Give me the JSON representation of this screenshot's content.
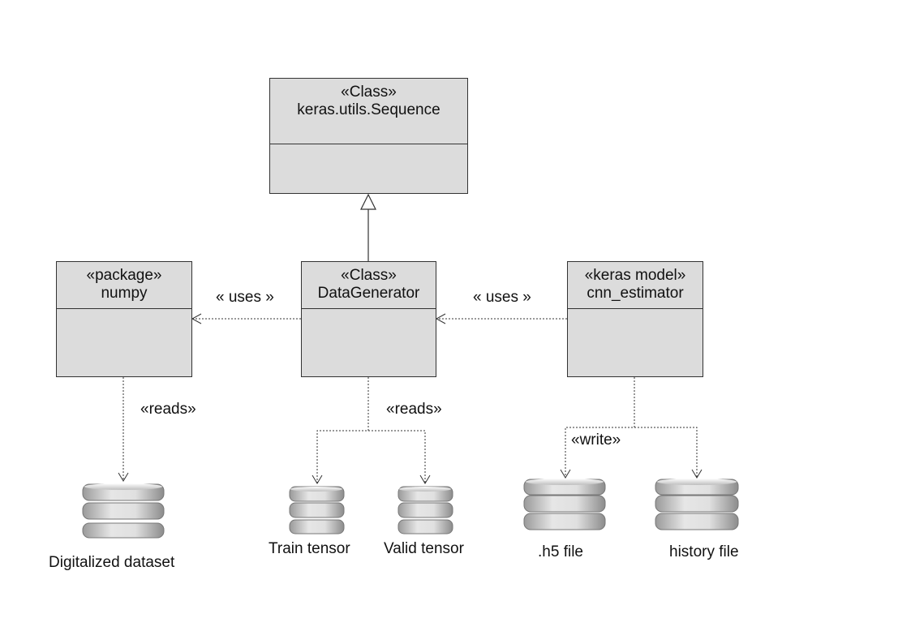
{
  "classes": [
    {
      "id": "sequence",
      "stereotype": "«Class»",
      "name": "keras.utils.Sequence"
    },
    {
      "id": "numpy",
      "stereotype": "«package»",
      "name": "numpy"
    },
    {
      "id": "datagen",
      "stereotype": "«Class»",
      "name": "DataGenerator"
    },
    {
      "id": "cnn",
      "stereotype": "«keras model»",
      "name": "cnn_estimator"
    }
  ],
  "relations": {
    "uses_left": "« uses »",
    "uses_right": "« uses »",
    "reads_left": "«reads»",
    "reads_middle": "«reads»",
    "write": "«write»"
  },
  "datastores": {
    "dataset": "Digitalized dataset",
    "train": "Train tensor",
    "valid": "Valid tensor",
    "h5": ".h5 file",
    "history": "history file"
  },
  "colors": {
    "box_fill": "#dcdcdc",
    "line": "#333333"
  }
}
